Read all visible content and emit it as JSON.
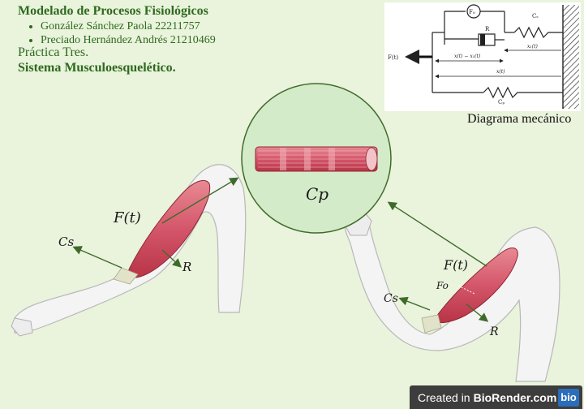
{
  "header": {
    "title": "Modelado de Procesos Fisiológicos",
    "authors": [
      "González Sánchez Paola 22211757",
      "Preciado Hernández Andrés 21210469"
    ],
    "practice": "Práctica Tres.",
    "system": "Sistema Musculoesquelético."
  },
  "mechanical_diagram": {
    "caption": "Diagrama mecánico",
    "force_label": "F(t)",
    "fo_label": "F₀",
    "r_label": "R",
    "cs_label": "Cₛ",
    "cp_label": "Cₚ",
    "x1_label": "x₁(t)",
    "diff_label": "x(t) − x₁(t)",
    "x_label": "x(t)"
  },
  "illustration": {
    "zoom_label": "Cp",
    "left_arm": {
      "force": "F(t)",
      "cs": "Cs",
      "r": "R"
    },
    "right_arm": {
      "force": "F(t)",
      "fo": "Fo",
      "cs": "Cs",
      "r": "R"
    }
  },
  "colors": {
    "accent_green": "#2d6a1e",
    "arrow_green": "#3f6b2a",
    "muscle_red": "#c93a45",
    "zoom_fill": "#d4ebc9",
    "skin": "#f4f4f4"
  },
  "footer": {
    "created_in": "Created in",
    "brand": "BioRender.com",
    "logo_text": "bio"
  }
}
